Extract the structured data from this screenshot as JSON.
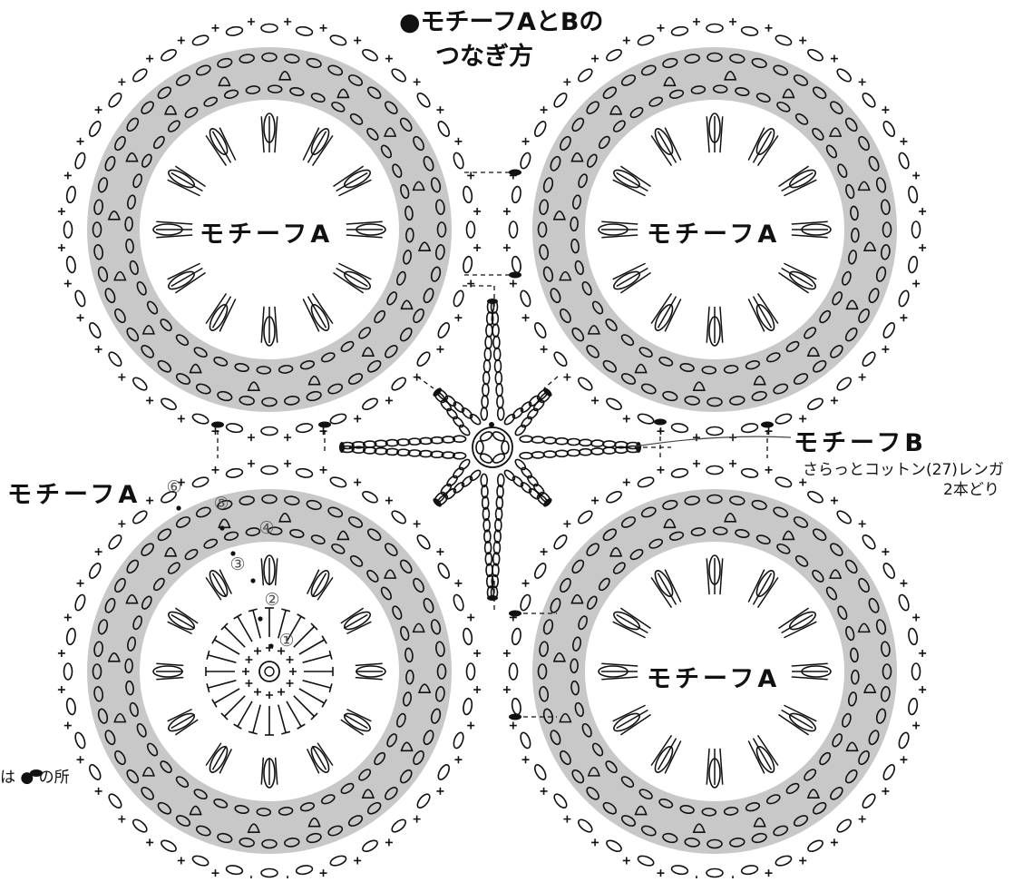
{
  "title": {
    "line1": "●モチーフAとBの",
    "line2": "つなぎ方"
  },
  "motifs": [
    {
      "id": "top-left",
      "label": "モチーフA"
    },
    {
      "id": "top-right",
      "label": "モチーフA"
    },
    {
      "id": "bottom-left",
      "label": "モチーフA"
    },
    {
      "id": "bottom-right",
      "label": "モチーフA"
    }
  ],
  "motif_b": {
    "label": "モチーフB",
    "yarn_line1": "さらっとコットン(27)レンガ",
    "yarn_line2": "2本どり"
  },
  "round_numbers": [
    "①",
    "②",
    "③",
    "④",
    "⑤",
    "⑥"
  ],
  "note": "は ● の所",
  "colors": {
    "ink": "#111111",
    "band": "#c8c8c8",
    "background": "#ffffff"
  }
}
